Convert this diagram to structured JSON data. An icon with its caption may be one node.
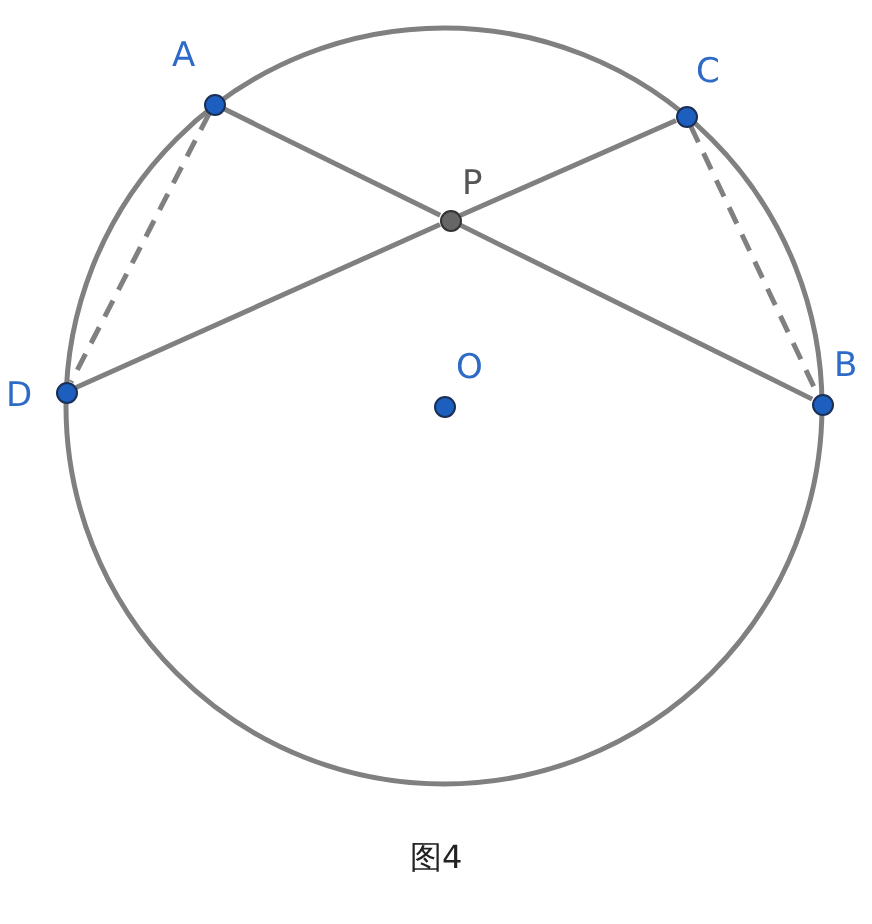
{
  "diagram": {
    "caption": "图4",
    "nodes": [
      {
        "text": [],
        "shape": "circle",
        "beside": [
          "A"
        ]
      },
      {
        "text": [],
        "shape": "circle",
        "beside": [
          "C"
        ]
      },
      {
        "text": [],
        "shape": "circle",
        "beside": [
          "P"
        ]
      },
      {
        "text": [],
        "shape": "circle",
        "beside": [
          "O"
        ]
      },
      {
        "text": [],
        "shape": "circle",
        "beside": [
          "D"
        ]
      },
      {
        "text": [],
        "shape": "circle",
        "beside": [
          "B"
        ]
      }
    ],
    "edges": [
      {
        "from": 0,
        "to": 2,
        "arrow": "none"
      },
      {
        "from": 2,
        "to": 5,
        "arrow": "none"
      },
      {
        "from": 4,
        "to": 2,
        "arrow": "none"
      },
      {
        "from": 2,
        "to": 1,
        "arrow": "none"
      },
      {
        "from": 0,
        "to": 4,
        "arrow": "none",
        "style": "dashed"
      },
      {
        "from": 1,
        "to": 5,
        "arrow": "none",
        "style": "dashed"
      }
    ]
  }
}
